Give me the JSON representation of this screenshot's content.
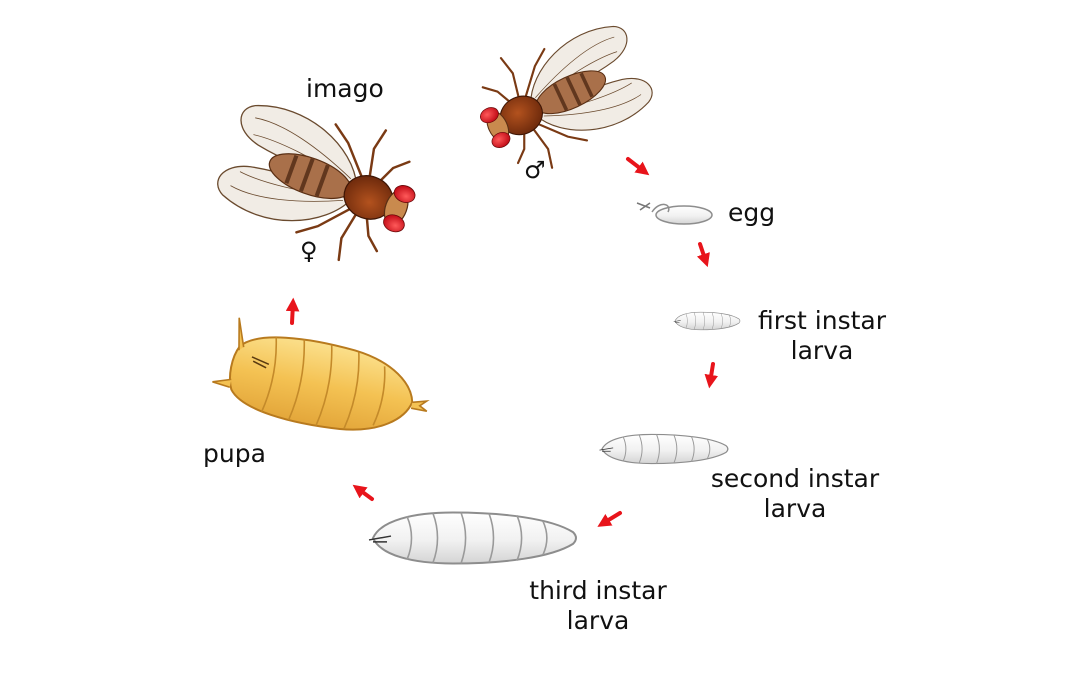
{
  "labels": {
    "imago": "imago",
    "egg": "egg",
    "first_instar": [
      "first instar",
      "larva"
    ],
    "second_instar": [
      "second instar",
      "larva"
    ],
    "third_instar": [
      "third instar",
      "larva"
    ],
    "pupa": "pupa"
  },
  "symbols": {
    "male": "♂",
    "female": "♀"
  },
  "colors": {
    "arrow": "#e8141b",
    "fly_body": "#8a3a12",
    "fly_eye": "#d8141e",
    "pupa_fill": "#f4c253",
    "larva_fill": "#eeeeee"
  },
  "icons": [
    "male-symbol",
    "female-symbol",
    "cycle-arrow"
  ]
}
